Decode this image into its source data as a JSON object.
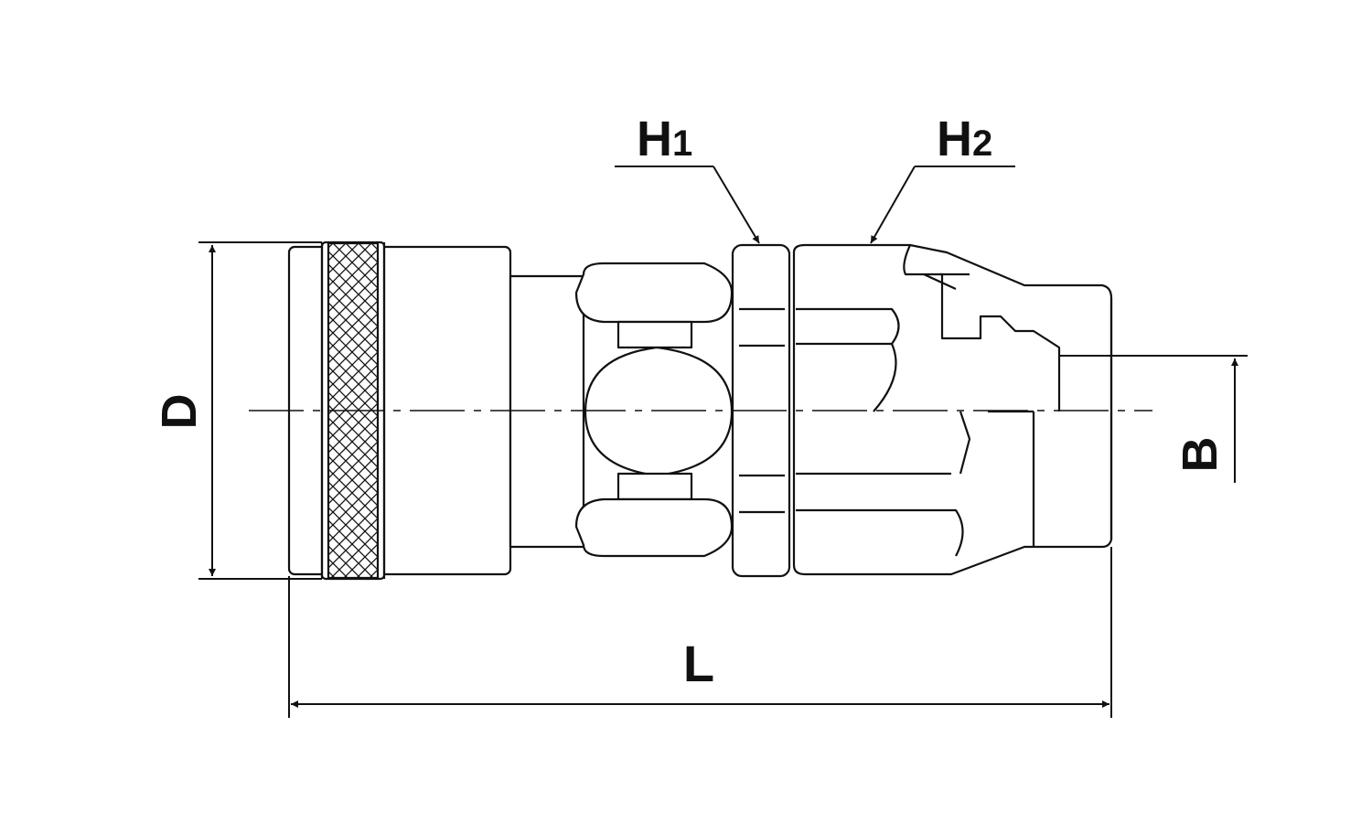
{
  "dimensions": {
    "h1": {
      "main": "H",
      "sub": "1"
    },
    "h2": {
      "main": "H",
      "sub": "2"
    },
    "d": "D",
    "b": "B",
    "l": "L"
  },
  "colors": {
    "ink": "#111111",
    "background": "#ffffff"
  }
}
